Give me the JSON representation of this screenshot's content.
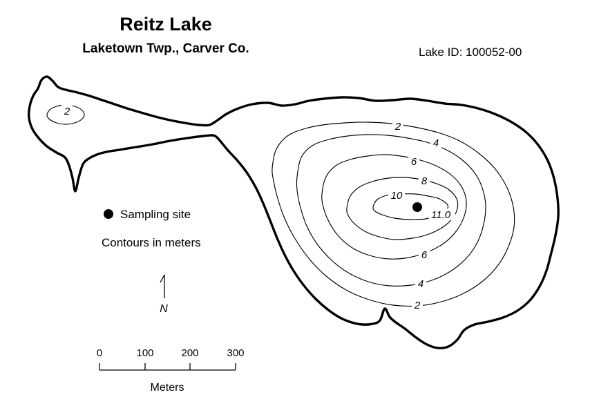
{
  "header": {
    "title": "Reitz Lake",
    "subtitle": "Laketown Twp., Carver Co.",
    "lake_id": "Lake ID: 100052-00"
  },
  "legend": {
    "sampling_site_label": "Sampling site",
    "contours_label": "Contours in meters"
  },
  "north_arrow": {
    "label": "N"
  },
  "scale_bar": {
    "tick_labels": [
      "0",
      "100",
      "200",
      "300"
    ],
    "unit_label": "Meters"
  },
  "map": {
    "contour_unit": "meters",
    "depth_contours_m": [
      2,
      4,
      6,
      8,
      10
    ],
    "max_depth_m": 11.0,
    "labels": {
      "west_2": "2",
      "north_2": "2",
      "north_4": "4",
      "north_6": "6",
      "depth_8": "8",
      "depth_10": "10",
      "max_depth": "11.0",
      "south_6": "6",
      "south_4": "4",
      "south_2": "2"
    }
  }
}
